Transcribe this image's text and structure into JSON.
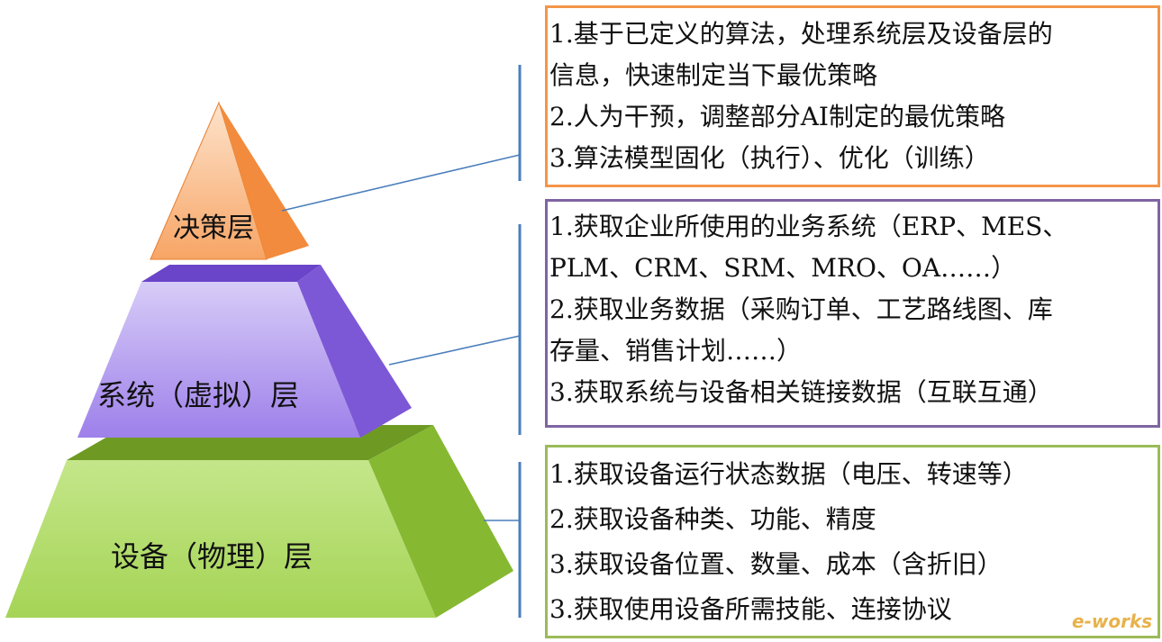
{
  "layers": [
    {
      "id": "decision",
      "label": "决策层",
      "lines": [
        "1.基于已定义的算法，处理系统层及设备层的",
        "信息，快速制定当下最优策略",
        "2.人为干预，调整部分AI制定的最优策略",
        "3.算法模型固化（执行）、优化（训练）"
      ],
      "border_color": "#F39549",
      "fill_color": "#FAC090"
    },
    {
      "id": "system",
      "label": "系统（虚拟）层",
      "lines": [
        "1.获取企业所使用的业务系统（ERP、MES、",
        "PLM、CRM、SRM、MRO、OA……）",
        "2.获取业务数据（采购订单、工艺路线图、库",
        "存量、销售计划……）",
        "3.获取系统与设备相关链接数据（互联互通）"
      ],
      "border_color": "#8064A2",
      "fill_color": "#B9A6E8"
    },
    {
      "id": "device",
      "label": "设备（物理）层",
      "lines": [
        "1.获取设备运行状态数据（电压、转速等）",
        "2.获取设备种类、功能、精度",
        "3.获取设备位置、数量、成本（含折旧）",
        "3.获取使用设备所需技能、连接协议"
      ],
      "border_color": "#9BBB59",
      "fill_color": "#B6DB6E"
    }
  ],
  "watermark": "e-works"
}
